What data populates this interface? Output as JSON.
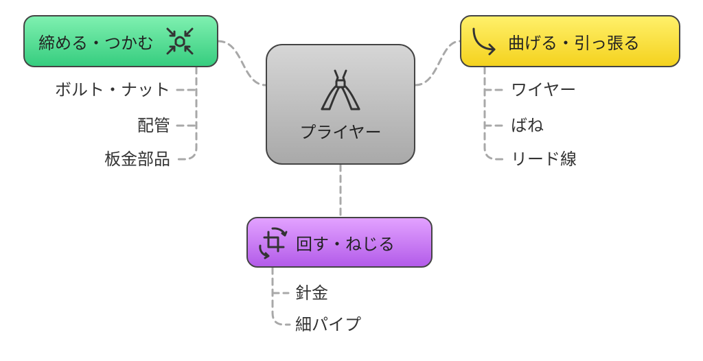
{
  "center": {
    "label": "プライヤー",
    "icon": "pliers-icon"
  },
  "branches": {
    "grip": {
      "label": "締める・つかむ",
      "icon": "compress-arrows-icon",
      "color": "#4ee094",
      "items": [
        "ボルト・ナット",
        "配管",
        "板金部品"
      ]
    },
    "bend": {
      "label": "曲げる・引っ張る",
      "icon": "curved-arrow-icon",
      "color": "#fbe240",
      "items": [
        "ワイヤー",
        "ばね",
        "リード線"
      ]
    },
    "twist": {
      "label": "回す・ねじる",
      "icon": "rotate-crop-icon",
      "color": "#c77cf5",
      "items": [
        "針金",
        "細パイプ"
      ]
    }
  }
}
